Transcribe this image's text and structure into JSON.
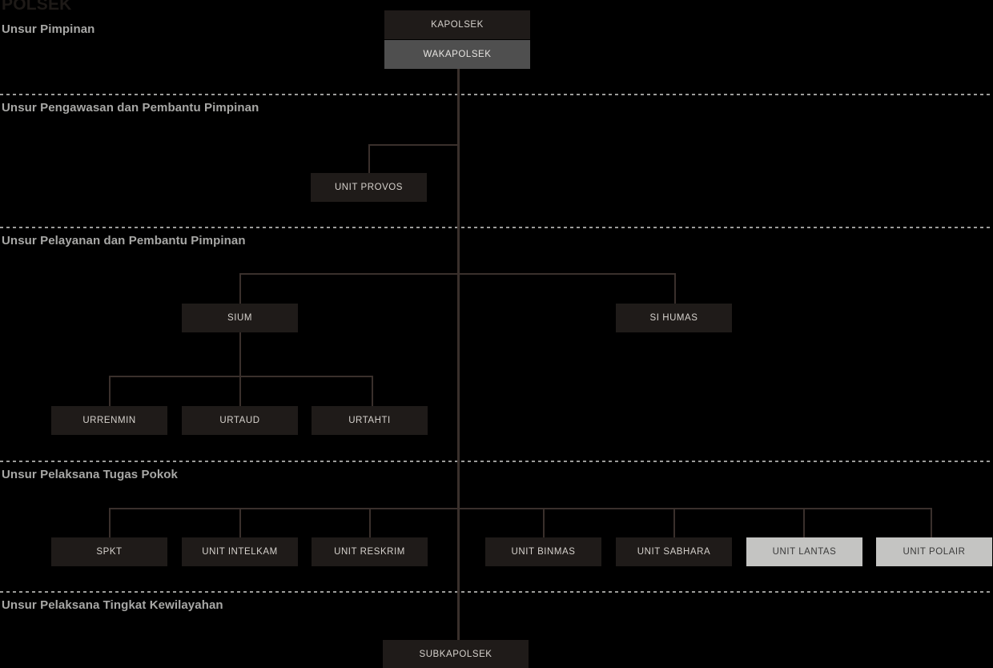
{
  "brand": {
    "title": "POLSEK"
  },
  "sections": [
    {
      "id": "pimpinan",
      "label": "Unsur Pimpinan"
    },
    {
      "id": "pengawasan",
      "label": "Unsur Pengawasan dan Pembantu Pimpinan"
    },
    {
      "id": "pelayanan",
      "label": "Unsur Pelayanan dan Pembantu Pimpinan"
    },
    {
      "id": "pelaksana",
      "label": "Unsur Pelaksana Tugas Pokok"
    },
    {
      "id": "kewilayahan",
      "label": "Unsur Pelaksana Tingkat Kewilayahan"
    }
  ],
  "nodes": {
    "kapolsek": "KAPOLSEK",
    "wakapolsek": "WAKAPOLSEK",
    "unit_provos": "UNIT PROVOS",
    "sium": "SIUM",
    "si_humas": "SI HUMAS",
    "urrenmin": "URRENMIN",
    "urtaud": "URTAUD",
    "urtahti": "URTAHTI",
    "spkt": "SPKT",
    "unit_intelkam": "UNIT INTELKAM",
    "unit_reskrim": "UNIT RESKRIM",
    "unit_binmas": "UNIT BINMAS",
    "unit_sabhara": "UNIT SABHARA",
    "unit_lantas": "UNIT LANTAS",
    "unit_polair": "UNIT POLAIR",
    "subkapolsek": "SUBKAPOLSEK"
  },
  "colors": {
    "background": "#000000",
    "box_dark": "#1f1b19",
    "box_gray": "#4f4f4f",
    "box_light": "#c4c4c2",
    "connector": "#3a302c",
    "divider": "#9c9c9a",
    "label_text": "#a8a8a6",
    "brand_text": "#1e1a17"
  }
}
